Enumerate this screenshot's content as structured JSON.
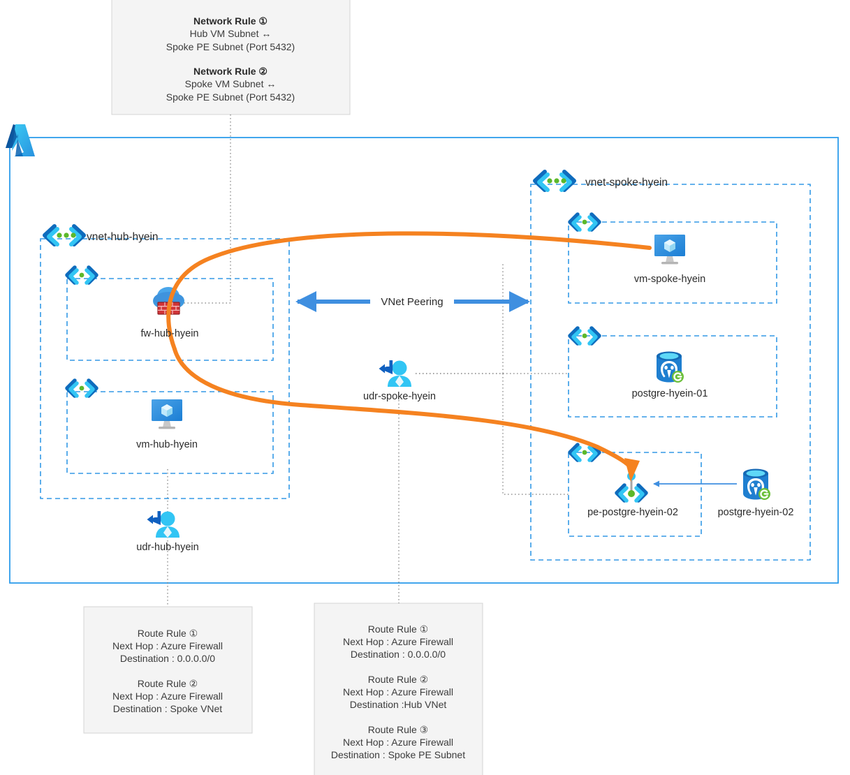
{
  "diagram": {
    "title": "Azure Hub-Spoke Network with Private Endpoint",
    "colors": {
      "azure_border": "#2e9ceb",
      "vnet_dash": "#3399e6",
      "orange_route": "#f58220",
      "peering_blue": "#3f8fe0",
      "note_bg": "#f4f4f4",
      "note_border": "#d4d4d4",
      "icon_dark_blue": "#0f6cbd",
      "icon_cyan": "#32c5f4",
      "icon_green": "#5cb82b"
    }
  },
  "notes": {
    "network_rules": {
      "name": "network-rule-note",
      "lines": [
        {
          "text": "Network Rule ①",
          "bold": true
        },
        {
          "text": "Hub VM Subnet ↔",
          "bold": false
        },
        {
          "text": "Spoke PE Subnet (Port 5432)",
          "bold": false
        },
        {
          "text": "",
          "bold": false
        },
        {
          "text": "Network Rule ②",
          "bold": true
        },
        {
          "text": "Spoke VM Subnet ↔",
          "bold": false
        },
        {
          "text": "Spoke PE Subnet (Port 5432)",
          "bold": false
        }
      ]
    },
    "hub_route_rules": {
      "name": "hub-route-rule-note",
      "lines": [
        {
          "text": "Route Rule ①",
          "bold": false
        },
        {
          "text": "Next Hop : Azure Firewall",
          "bold": false
        },
        {
          "text": "Destination : 0.0.0.0/0",
          "bold": false
        },
        {
          "text": "",
          "bold": false
        },
        {
          "text": "Route Rule ②",
          "bold": false
        },
        {
          "text": "Next Hop : Azure Firewall",
          "bold": false
        },
        {
          "text": "Destination : Spoke VNet",
          "bold": false
        }
      ]
    },
    "spoke_route_rules": {
      "name": "spoke-route-rule-note",
      "lines": [
        {
          "text": "Route Rule ①",
          "bold": false
        },
        {
          "text": "Next Hop : Azure Firewall",
          "bold": false
        },
        {
          "text": "Destination : 0.0.0.0/0",
          "bold": false
        },
        {
          "text": "",
          "bold": false
        },
        {
          "text": "Route Rule ②",
          "bold": false
        },
        {
          "text": "Next Hop : Azure Firewall",
          "bold": false
        },
        {
          "text": "Destination :Hub VNet",
          "bold": false
        },
        {
          "text": "",
          "bold": false
        },
        {
          "text": "Route Rule ③",
          "bold": false
        },
        {
          "text": "Next Hop : Azure Firewall",
          "bold": false
        },
        {
          "text": "Destination : Spoke PE Subnet",
          "bold": false
        }
      ]
    }
  },
  "vnets": [
    {
      "id": "vnet-hub",
      "label": "vnet-hub-hyein",
      "icon": "vnet-icon"
    },
    {
      "id": "vnet-spoke",
      "label": "vnet-spoke-hyein",
      "icon": "vnet-icon"
    }
  ],
  "subnets": [
    {
      "id": "hub-fw-subnet",
      "icon": "subnet-icon"
    },
    {
      "id": "hub-vm-subnet",
      "icon": "subnet-icon"
    },
    {
      "id": "spoke-vm-subnet",
      "icon": "subnet-icon"
    },
    {
      "id": "spoke-db-subnet",
      "icon": "subnet-icon"
    },
    {
      "id": "spoke-pe-subnet",
      "icon": "subnet-icon"
    }
  ],
  "resources": [
    {
      "id": "fw-hub",
      "label": "fw-hub-hyein",
      "icon": "firewall-icon"
    },
    {
      "id": "vm-hub",
      "label": "vm-hub-hyein",
      "icon": "virtual-machine-icon"
    },
    {
      "id": "udr-hub",
      "label": "udr-hub-hyein",
      "icon": "route-table-icon"
    },
    {
      "id": "udr-spoke",
      "label": "udr-spoke-hyein",
      "icon": "route-table-icon"
    },
    {
      "id": "vm-spoke",
      "label": "vm-spoke-hyein",
      "icon": "virtual-machine-icon"
    },
    {
      "id": "postgre-01",
      "label": "postgre-hyein-01",
      "icon": "postgresql-icon"
    },
    {
      "id": "pe-postgre-02",
      "label": "pe-postgre-hyein-02",
      "icon": "private-endpoint-icon"
    },
    {
      "id": "postgre-02",
      "label": "postgre-hyein-02",
      "icon": "postgresql-icon"
    }
  ],
  "connections": {
    "peering_label": "VNet Peering"
  }
}
